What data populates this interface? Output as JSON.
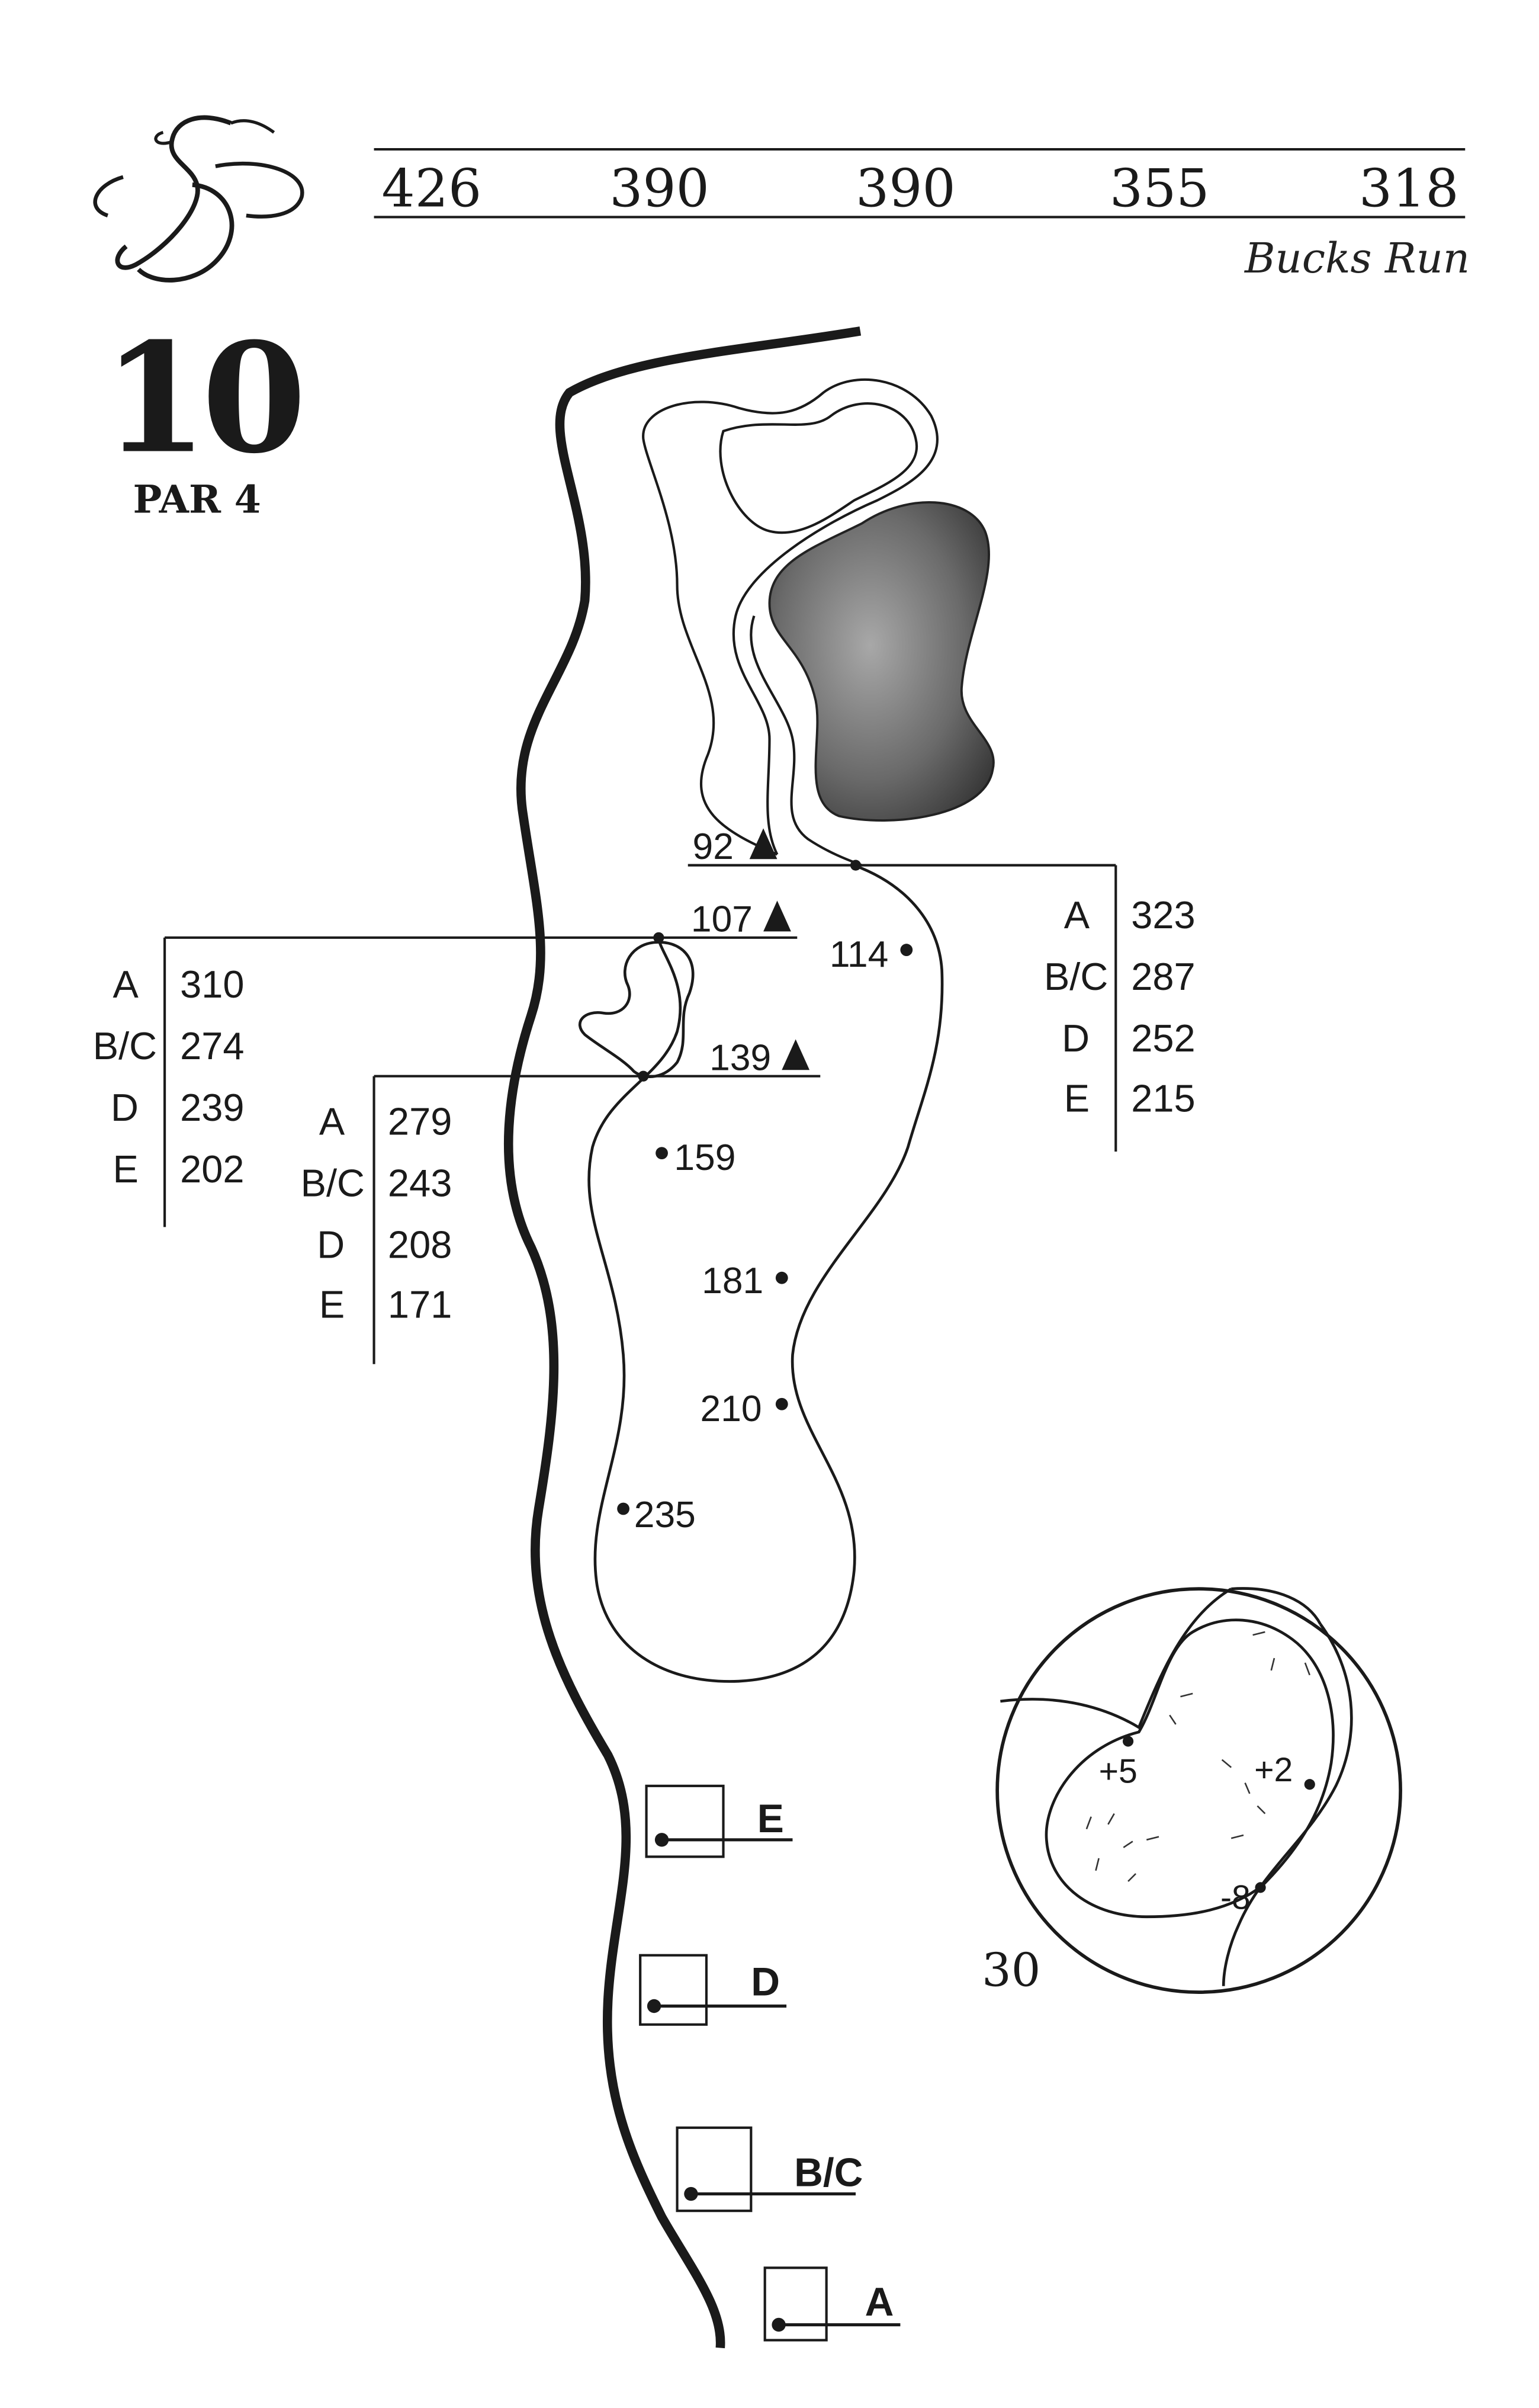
{
  "yardages": [
    "426",
    "390",
    "390",
    "355",
    "318"
  ],
  "course_name": "Bucks Run",
  "hole": {
    "number": "10",
    "par": "PAR 4"
  },
  "markers": {
    "m92": "92",
    "m107": "107",
    "m139": "139",
    "m114": "114",
    "m159": "159",
    "m181": "181",
    "m210": "210",
    "m235": "235"
  },
  "tables": {
    "left": {
      "rows": [
        {
          "tee": "A",
          "yds": "310"
        },
        {
          "tee": "B/C",
          "yds": "274"
        },
        {
          "tee": "D",
          "yds": "239"
        },
        {
          "tee": "E",
          "yds": "202"
        }
      ]
    },
    "middle": {
      "rows": [
        {
          "tee": "A",
          "yds": "279"
        },
        {
          "tee": "B/C",
          "yds": "243"
        },
        {
          "tee": "D",
          "yds": "208"
        },
        {
          "tee": "E",
          "yds": "171"
        }
      ]
    },
    "right": {
      "rows": [
        {
          "tee": "A",
          "yds": "323"
        },
        {
          "tee": "B/C",
          "yds": "287"
        },
        {
          "tee": "D",
          "yds": "252"
        },
        {
          "tee": "E",
          "yds": "215"
        }
      ]
    }
  },
  "tees": [
    "E",
    "D",
    "B/C",
    "A"
  ],
  "green": {
    "depth": "30",
    "slopes": {
      "s1": "+5",
      "s2": "+2",
      "s3": "-8"
    }
  }
}
